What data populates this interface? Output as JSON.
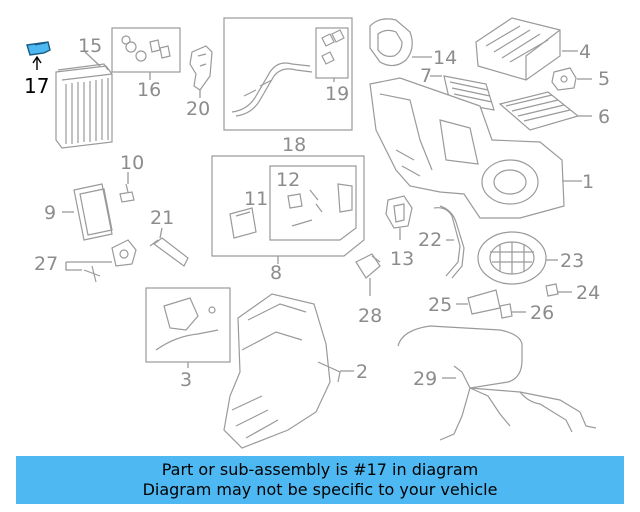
{
  "diagram": {
    "highlight_color": "#4db8f2",
    "highlighted_callout": "17",
    "callouts": {
      "c1": "1",
      "c2": "2",
      "c3": "3",
      "c4": "4",
      "c5": "5",
      "c6": "6",
      "c7": "7",
      "c8": "8",
      "c9": "9",
      "c10": "10",
      "c11": "11",
      "c12": "12",
      "c13": "13",
      "c14": "14",
      "c15": "15",
      "c16": "16",
      "c17": "17",
      "c18": "18",
      "c19": "19",
      "c20": "20",
      "c21": "21",
      "c22": "22",
      "c23": "23",
      "c24": "24",
      "c25": "25",
      "c26": "26",
      "c27": "27",
      "c28": "28",
      "c29": "29"
    }
  },
  "banner": {
    "line1": "Part or sub-assembly is #17 in diagram",
    "line2": "Diagram may not be specific to your vehicle",
    "background": "#4db8f2"
  }
}
